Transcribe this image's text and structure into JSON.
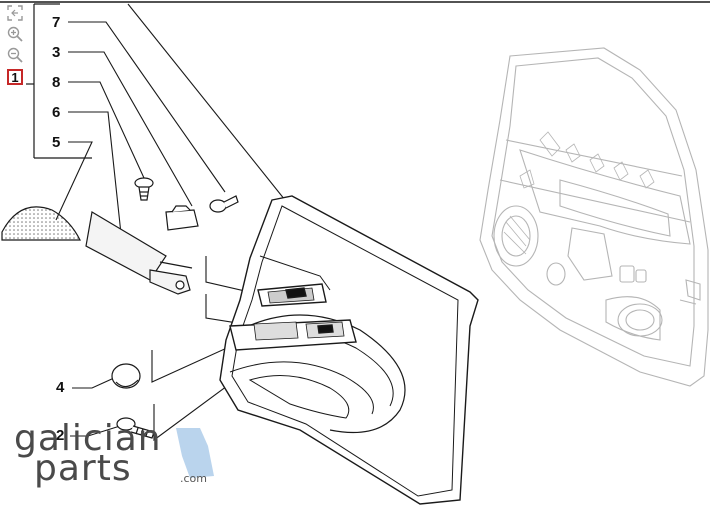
{
  "toolbar": {
    "selected_part": "1",
    "tools": [
      "fit-screen-icon",
      "zoom-in-icon",
      "zoom-out-icon"
    ]
  },
  "callouts": {
    "c1": "1",
    "c2": "2",
    "c3": "3",
    "c4": "4",
    "c5": "5",
    "c6": "6",
    "c7": "7",
    "c8": "8"
  },
  "watermark": {
    "line1": "galician",
    "line2": "parts",
    "suffix": ".com"
  },
  "colors": {
    "line": "#1a1a1a",
    "door_outline": "#b5b5b5",
    "selection": "#c62828",
    "watermark": "#4a4a4a",
    "watermark_accent": "#a9c9e8"
  }
}
